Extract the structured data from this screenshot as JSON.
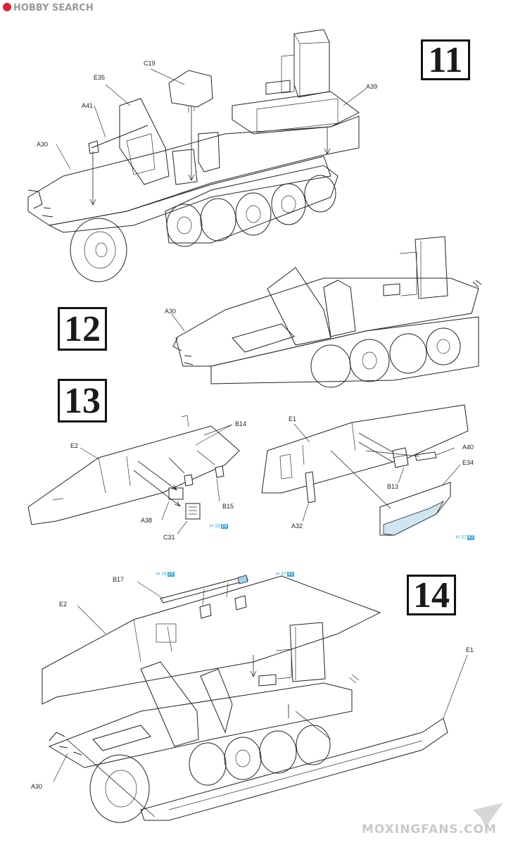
{
  "watermark_top": {
    "brand": "HOBBY SEARCH"
  },
  "watermark_bottom": {
    "text": "MOXINGFANS.COM"
  },
  "steps": {
    "s11": "11",
    "s12": "12",
    "s13": "13",
    "s14": "14"
  },
  "labels": {
    "step11": {
      "c19": "C19",
      "e35": "E35",
      "a41": "A41",
      "a30": "A30",
      "a39": "A39"
    },
    "step12": {
      "a30": "A30"
    },
    "step13": {
      "e2": "E2",
      "b14": "B14",
      "b15": "B15",
      "a38": "A38",
      "c31": "C31",
      "e1": "E1",
      "a40": "A40",
      "b13": "B13",
      "e34": "E34",
      "a32": "A32"
    },
    "step14": {
      "b17": "B17",
      "e2": "E2",
      "e1": "E1",
      "a30": "A30"
    }
  },
  "color_refs": {
    "ref1": {
      "code": "H 18",
      "num": "28"
    },
    "ref2": {
      "code": "H 37",
      "num": "43"
    },
    "ref3": {
      "code": "H 18",
      "num": "28"
    },
    "ref4": {
      "code": "H 37",
      "num": "43"
    }
  },
  "colors": {
    "accent": "#3aa6d8",
    "line": "#222222",
    "paper": "#ffffff"
  }
}
